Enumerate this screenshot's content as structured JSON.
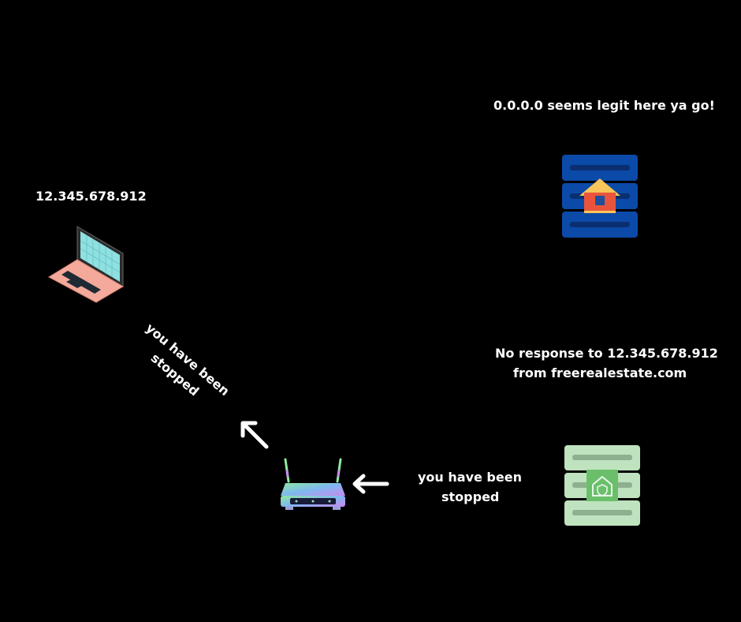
{
  "client": {
    "ip_label": "12.345.678.912",
    "icon": "laptop-icon"
  },
  "malicious_server": {
    "message": "0.0.0.0 seems legit here ya go!",
    "icon": "server-red-house-icon"
  },
  "legit_server": {
    "message_line1": "No response to 12.345.678.912",
    "message_line2": "from freerealestate.com",
    "icon": "server-green-shield-house-icon"
  },
  "router": {
    "icon": "router-icon",
    "incoming_line1": "you have been",
    "incoming_line2": "stopped",
    "outgoing_line1": "you have been",
    "outgoing_line2": "stopped"
  },
  "colors": {
    "background": "#000000",
    "text": "#ffffff",
    "server_blue": "#0b4aa8",
    "server_green": "#bfe3bf",
    "house_red": "#e9553c",
    "laptop_pink": "#f4a99b",
    "laptop_screen": "#8fe0e0"
  }
}
